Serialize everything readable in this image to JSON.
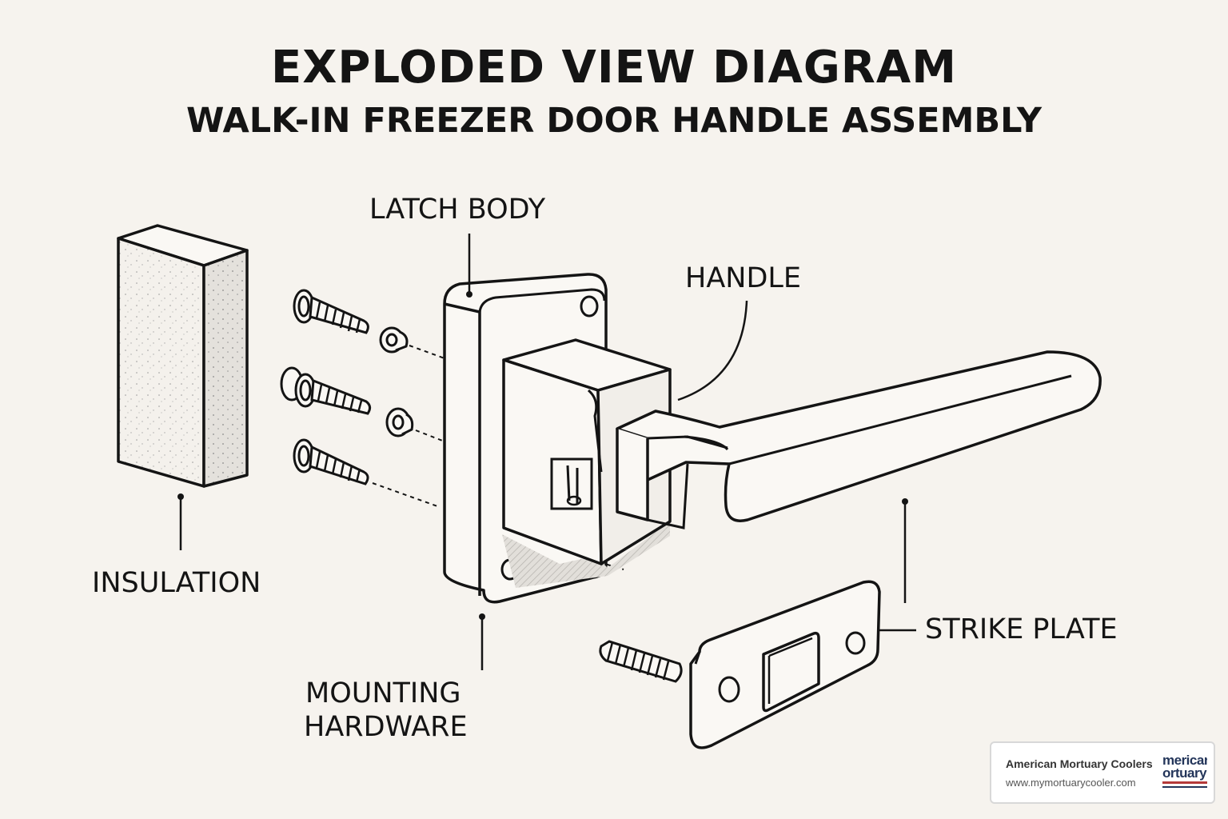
{
  "diagram": {
    "title": "EXPLODED VIEW DIAGRAM",
    "subtitle": "WALK-IN FREEZER DOOR HANDLE ASSEMBLY",
    "labels": {
      "latch_body": "LATCH BODY",
      "handle": "HANDLE",
      "insulation": "INSULATION",
      "mounting_hardware_line1": "MOUNTING",
      "mounting_hardware_line2": "HARDWARE",
      "strike_plate": "STRIKE PLATE"
    }
  },
  "watermark": {
    "name": "American Mortuary Coolers",
    "url": "www.mymortuarycooler.com",
    "logo_line1": "merican",
    "logo_line2": "ortuary"
  },
  "colors": {
    "background": "#f6f3ee",
    "ink": "#141414",
    "logo_navy": "#23355a",
    "logo_red": "#b53a3a"
  }
}
